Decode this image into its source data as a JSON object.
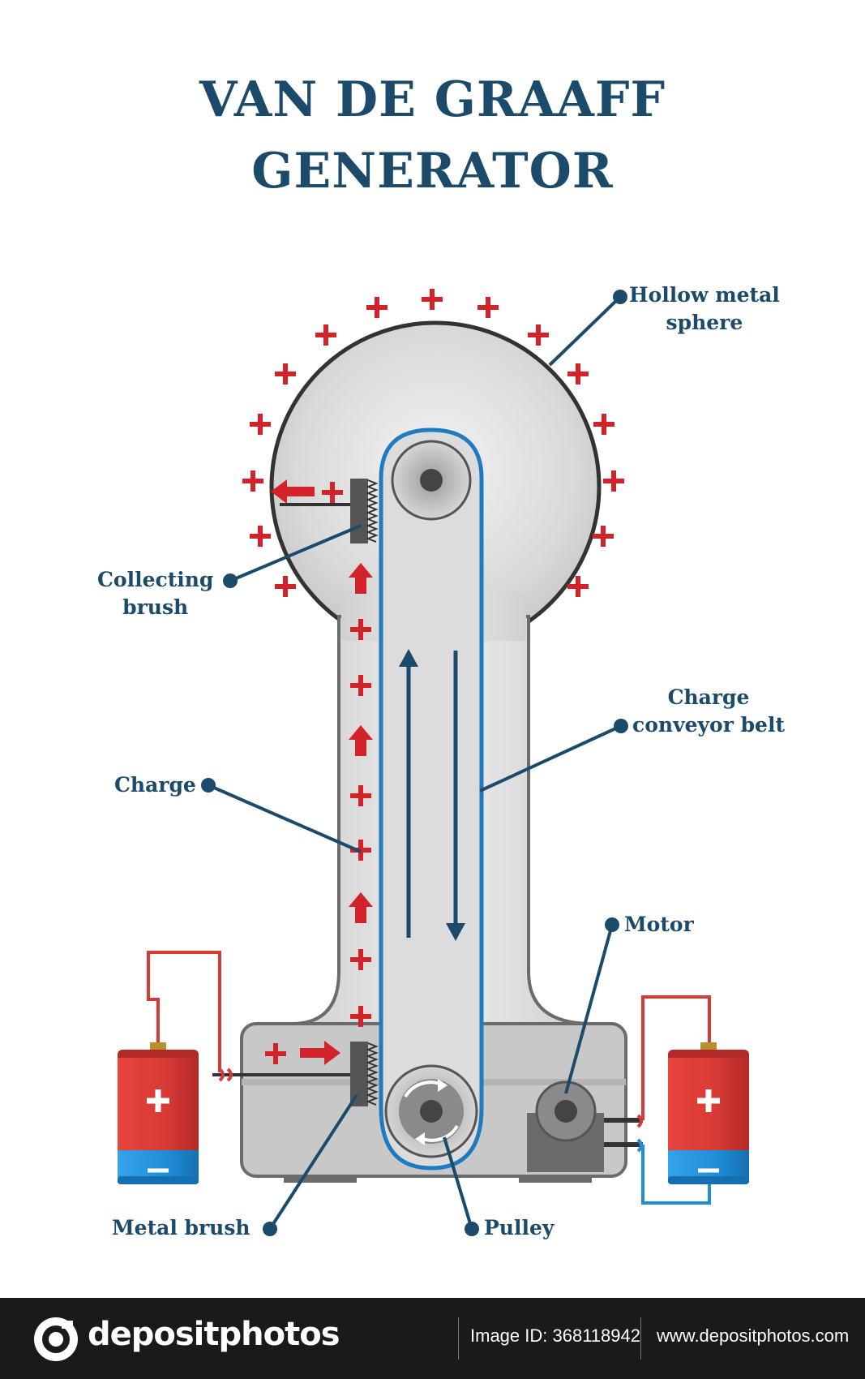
{
  "title": {
    "line1": "VAN DE GRAAFF",
    "line2": "GENERATOR"
  },
  "labels": {
    "sphere": [
      "Hollow metal",
      "sphere"
    ],
    "collecting_brush": [
      "Collecting",
      "brush"
    ],
    "belt": [
      "Charge",
      "conveyor belt"
    ],
    "charge": "Charge",
    "motor": "Motor",
    "metal_brush": "Metal brush",
    "pulley": "Pulley"
  },
  "colors": {
    "label_text": "#1b4a6b",
    "charge_red": "#d2232a",
    "belt_blue": "#1f7bc1",
    "battery_red": "#d83a35",
    "battery_blue": "#1f8ed8"
  },
  "footer": {
    "brand": "depositphotos",
    "image_id": "Image ID: 368118942",
    "site": "www.depositphotos.com"
  }
}
